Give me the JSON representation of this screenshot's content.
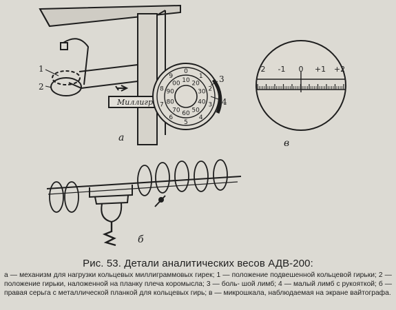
{
  "figure": {
    "panel_a": {
      "label": "а",
      "callouts": [
        "1",
        "2",
        "3",
        "4"
      ],
      "pointer_text": "Миллигр",
      "large_dial_digits": [
        "0",
        "1",
        "2",
        "3",
        "4",
        "5",
        "6",
        "7",
        "8",
        "9"
      ],
      "small_dial_digits": [
        "10",
        "20",
        "30",
        "40",
        "50",
        "60",
        "70",
        "80",
        "90",
        "00"
      ]
    },
    "panel_b": {
      "label": "б"
    },
    "panel_v": {
      "label": "в",
      "scale_numbers": [
        "-2",
        "-1",
        "0",
        "+1",
        "+2"
      ]
    }
  },
  "caption": {
    "title": "Рис. 53. Детали аналитических весов АДВ-200:",
    "body_lines": [
      "а — механизм для нагрузки кольцевых миллиграммовых гирек; 1 — положение подвешенной",
      "кольцевой гирьки; 2 — положение гирьки, наложенной на планку плеча коромысла; 3 — боль-",
      "шой лимб; 4 — малый лимб с рукояткой; б — правая серьга с металлической планкой для",
      "кольцевых гирь; в — микрошкала, наблюдаемая на экране вайтографа."
    ]
  }
}
